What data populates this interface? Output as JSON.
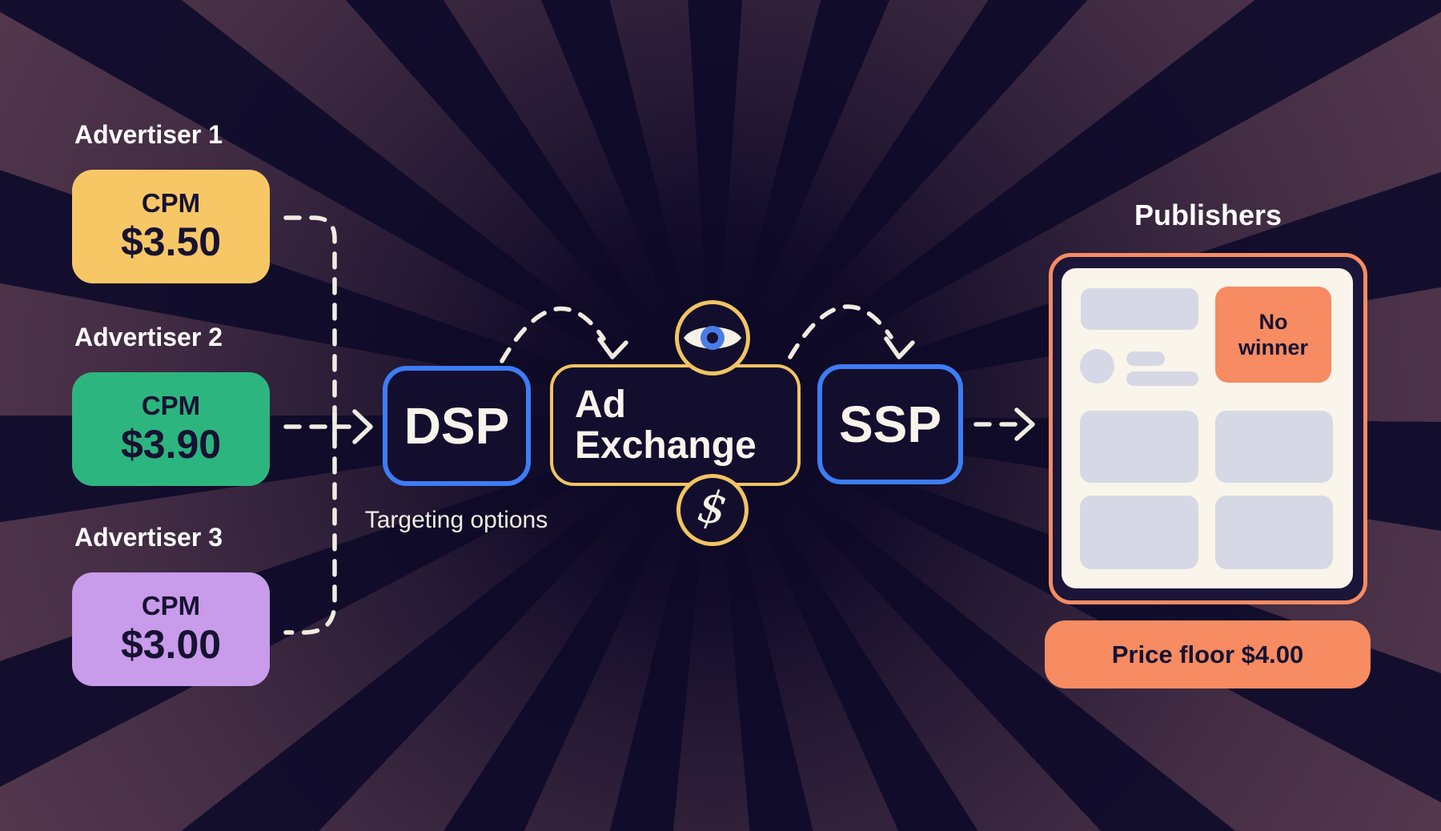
{
  "advertisers": [
    {
      "label": "Advertiser 1",
      "cpm_label": "CPM",
      "value": "$3.50",
      "color": "#F7C766"
    },
    {
      "label": "Advertiser 2",
      "cpm_label": "CPM",
      "value": "$3.90",
      "color": "#2DB580"
    },
    {
      "label": "Advertiser 3",
      "cpm_label": "CPM",
      "value": "$3.00",
      "color": "#C99BEB"
    }
  ],
  "flow": {
    "dsp_label": "DSP",
    "dsp_caption": "Targeting options",
    "ad_exchange_line1": "Ad",
    "ad_exchange_line2": "Exchange",
    "ssp_label": "SSP",
    "dollar_glyph": "$"
  },
  "publishers": {
    "title": "Publishers",
    "no_winner_label": "No winner",
    "price_floor_label": "Price floor $4.00"
  },
  "icons": {
    "eye": "eye-icon",
    "dollar": "dollar-sign-icon"
  },
  "colors": {
    "background": "#0D0926",
    "ray_plum": "#54384E",
    "advertiser_yellow": "#F7C766",
    "advertiser_green": "#2DB580",
    "advertiser_purple": "#C99BEB",
    "blue_border": "#3D7DF5",
    "gold_border": "#F1C464",
    "orange_accent": "#F78B62",
    "panel_cream": "#FAF5EA",
    "placeholder_gray": "#D6D8E5",
    "navy_text": "#171231",
    "dash_white": "#F1ECE1"
  }
}
